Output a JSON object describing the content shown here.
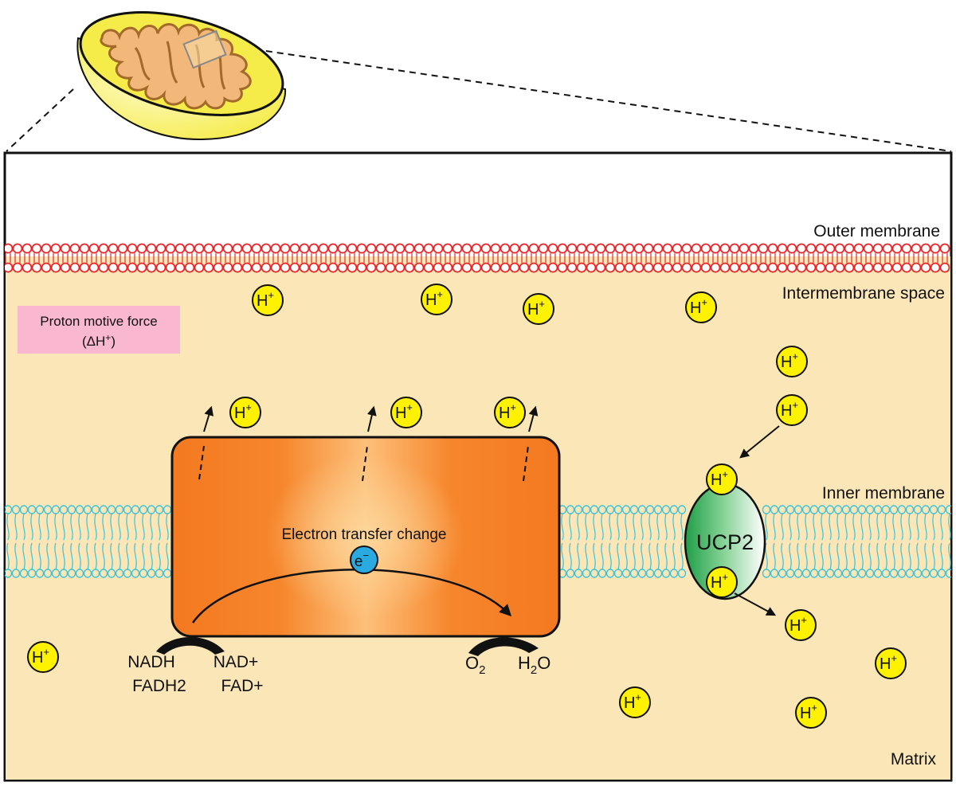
{
  "labels": {
    "outer_membrane": "Outer membrane",
    "intermembrane_space": "Intermembrane space",
    "inner_membrane": "Inner membrane",
    "matrix": "Matrix",
    "pmf_line1": "Proton motive force",
    "pmf_line2_prefix": "(ΔH",
    "pmf_line2_sup": "+",
    "pmf_line2_suffix": ")",
    "complex": "Electron transfer change",
    "electron": "e",
    "electron_sup": "−",
    "ucp": "UCP2",
    "nadh": "NADH",
    "fadh2": "FADH2",
    "nad": "NAD+",
    "fad": "FAD+",
    "o2_base": "O",
    "o2_sub": "2",
    "h2o_h": "H",
    "h2o_sub": "2",
    "h2o_o": "O"
  },
  "proton": {
    "symbol": "H",
    "charge": "+"
  },
  "colors": {
    "space_fill": "#fbe6b8",
    "outer_membrane": "#e8262a",
    "inner_membrane": "#3cc3d8",
    "complex_edge": "#f47920",
    "complex_center": "#fdc07a",
    "proton_fill": "#fff200",
    "electron_fill": "#29abe2",
    "ucp_dark": "#1f9e48",
    "pmf_box": "#f9b8cf",
    "mito_fill": "#fff27a",
    "mito_cristae": "#f2b87a"
  }
}
